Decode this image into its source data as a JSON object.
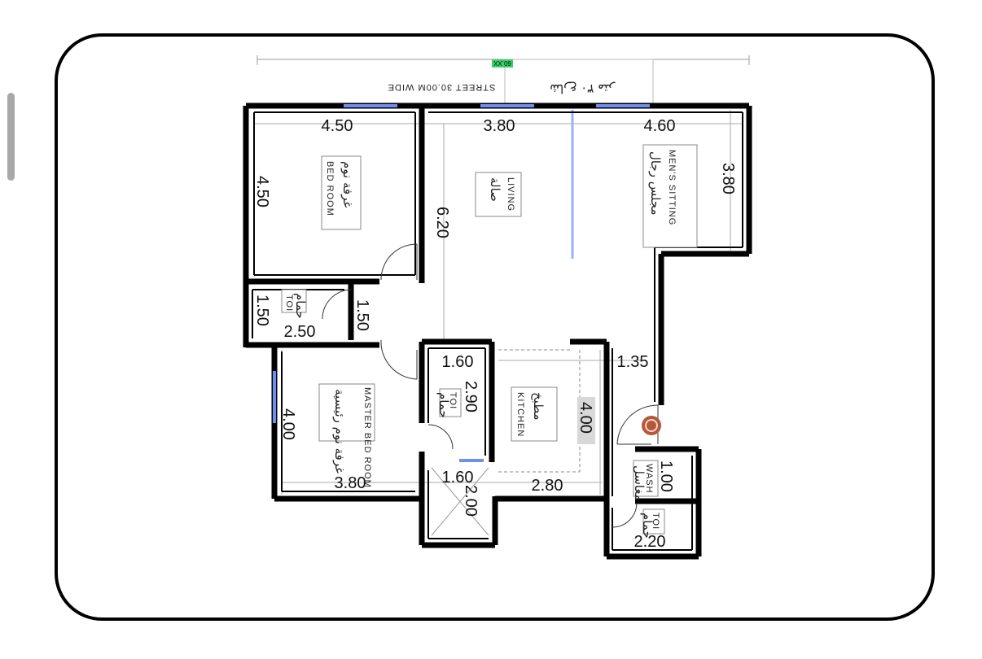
{
  "street": {
    "text": "STREET 30.00M WIDE",
    "arabic": "شارع ٣٠ متر",
    "badge": "60.XX"
  },
  "rooms": {
    "bedroom": {
      "en": "BED ROOM",
      "ar": "غرفة نوم"
    },
    "living": {
      "en": "LIVING",
      "ar": "صالة"
    },
    "mens_sitting": {
      "en": "MEN'S SITTING",
      "ar": "مجلس رجال"
    },
    "toi_left": {
      "en": "TOI",
      "ar": "حمام"
    },
    "master": {
      "en": "MASTER BED ROOM",
      "ar": "غرفة نوم رئيسية"
    },
    "toi_mid": {
      "en": "TOI",
      "ar": "حمام"
    },
    "kitchen": {
      "en": "KITCHEN",
      "ar": "مطبخ"
    },
    "wash": {
      "en": "WASH",
      "ar": "مغاسل"
    },
    "toi_right": {
      "en": "TOI",
      "ar": "حمام"
    }
  },
  "dims": {
    "top_left_w": "4.50",
    "top_mid_w": "3.80",
    "top_right_w": "4.60",
    "right_h": "3.80",
    "bed_h": "4.50",
    "living_h": "6.20",
    "toi_left_h": "1.50",
    "toi_left_w": "2.50",
    "corr_h": "1.50",
    "toi_mid_w": "1.60",
    "toi_mid_h": "2.90",
    "corr_right": "1.35",
    "master_h": "4.00",
    "kitchen_h": "4.00",
    "master_w": "3.80",
    "shaft_w": "1.60",
    "shaft_h": "2.00",
    "kitchen_w": "2.80",
    "wash_h": "1.00",
    "toi_right_w": "2.20"
  }
}
